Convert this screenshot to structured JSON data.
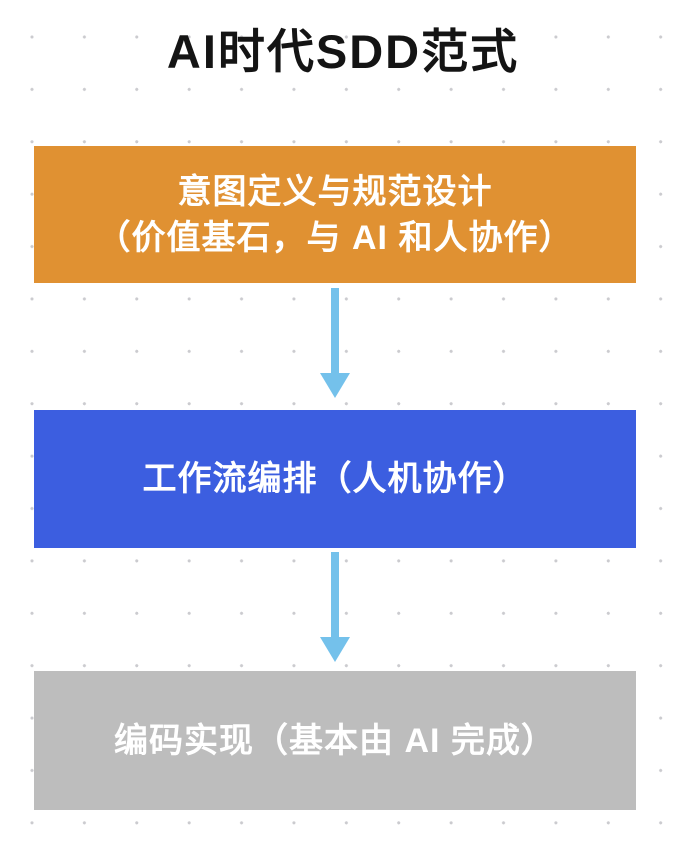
{
  "title": "AI时代SDD范式",
  "flow": {
    "steps": [
      {
        "id": "intent",
        "label_line1": "意图定义与规范设计",
        "label_line2": "（价值基石，与 AI 和人协作）",
        "fill": "#E09132",
        "text_color": "#FFFFFF"
      },
      {
        "id": "workflow",
        "label": "工作流编排（人机协作）",
        "fill": "#3C5EE0",
        "text_color": "#FFFFFF"
      },
      {
        "id": "coding",
        "label": "编码实现（基本由 AI 完成）",
        "fill": "#BDBDBD",
        "text_color": "#FFFFFF"
      }
    ],
    "connectors": [
      {
        "from": "intent",
        "to": "workflow",
        "direction": "down"
      },
      {
        "from": "workflow",
        "to": "coding",
        "direction": "down"
      }
    ]
  },
  "colors": {
    "background": "#FFFFFF",
    "grid_dot": "#CBCBCF",
    "title_text": "#141414",
    "arrow": "#74C1EB"
  }
}
